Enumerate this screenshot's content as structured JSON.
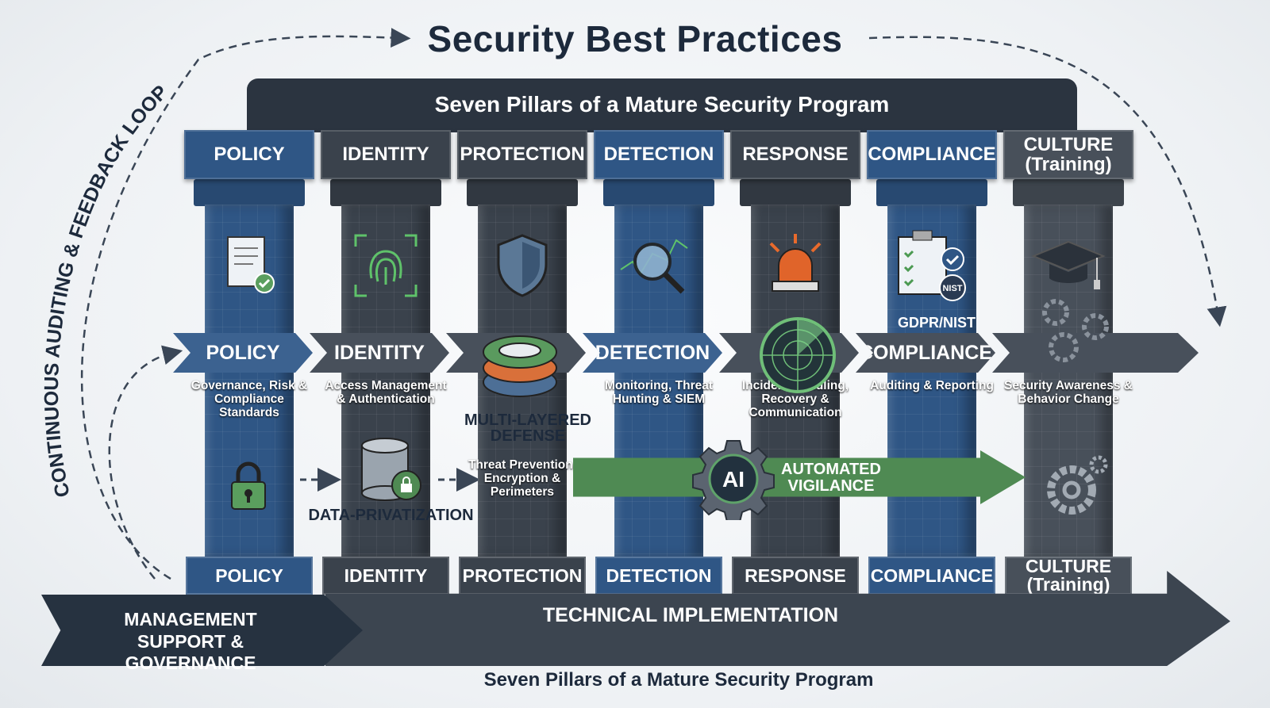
{
  "title": "Security Best Practices",
  "banner": "Seven Pillars of a Mature Security Program",
  "feedback_loop": "CONTINUOUS AUDITING & FEEDBACK LOOP",
  "pillars": [
    {
      "cap": "POLICY",
      "band": "POLICY",
      "desc": "Governance, Risk & Compliance Standards",
      "base": "POLICY",
      "color": "#2f5685",
      "icon": "document-check-icon"
    },
    {
      "cap": "IDENTITY",
      "band": "IDENTITY",
      "desc": "Access Management & Authentication",
      "base": "IDENTITY",
      "color": "#3a424c",
      "icon": "fingerprint-icon"
    },
    {
      "cap": "PROTECTION",
      "band": "",
      "desc": "Threat Prevention, Encryption & Perimeters",
      "base": "PROTECTION",
      "color": "#3a424c",
      "icon": "shield-icon"
    },
    {
      "cap": "DETECTION",
      "band": "DETECTION",
      "desc": "Monitoring, Threat Hunting & SIEM",
      "base": "DETECTION",
      "color": "#2f5685",
      "icon": "magnifier-chart-icon"
    },
    {
      "cap": "RESPONSE",
      "band": "",
      "desc": "Incident Handling, Recovery & Communication",
      "base": "RESPONSE",
      "color": "#3a424c",
      "icon": "siren-icon"
    },
    {
      "cap": "COMPLIANCE",
      "band": "COMPLIANCE",
      "desc": "Auditing & Reporting",
      "base": "COMPLIANCE",
      "color": "#2f5685",
      "icon": "clipboard-check-icon"
    },
    {
      "cap": "CULTURE (Training)",
      "band": "",
      "desc": "Security Awareness & Behavior Change",
      "base": "CULTURE (Training)",
      "color": "#48505a",
      "icon": "graduation-cap-icon"
    }
  ],
  "labels": {
    "multi_layered": "MULTI-LAYERED DEFENSE",
    "data_privatization": "DATA-PRIVATIZATION",
    "gdpr_nist": "GDPR/NIST",
    "nist_badge": "NIST",
    "ai": "AI",
    "automated_vigilance": "AUTOMATED VIGILANCE"
  },
  "bottom": {
    "management": "MANAGEMENT SUPPORT & GOVERNANCE",
    "technical": "TECHNICAL IMPLEMENTATION",
    "caption": "Seven Pillars of a Mature Security Program"
  },
  "colors": {
    "blue": "#2f5685",
    "dark": "#3a424c",
    "green": "#4f8a53",
    "navy": "#1d2a3c"
  }
}
